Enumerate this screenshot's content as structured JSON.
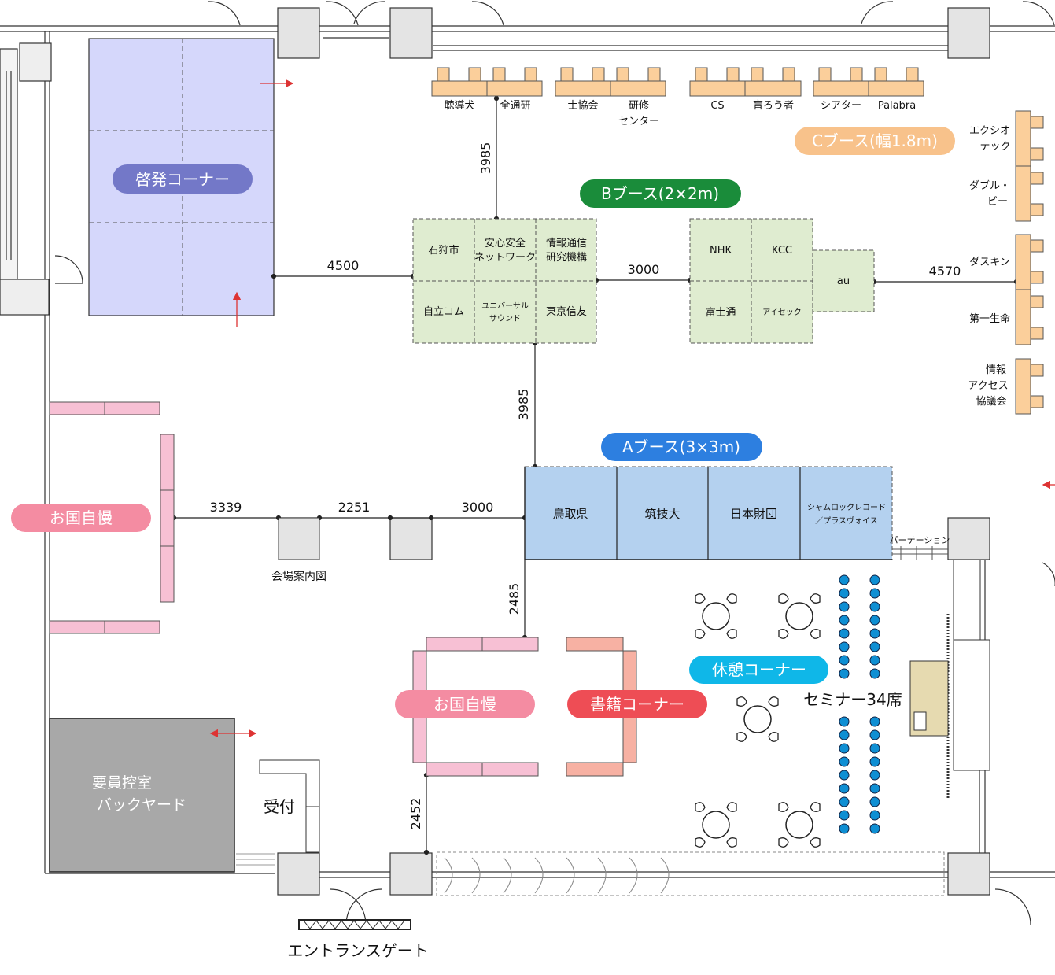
{
  "zones": {
    "keihatsu": "啓発コーナー",
    "okuni_left": "お国自慢",
    "okuni_center": "お国自慢",
    "shoseki": "書籍コーナー",
    "kyukei": "休憩コーナー",
    "seminar": "セミナー34席",
    "youin_line1": "要員控室",
    "youin_line2": "バックヤード",
    "uketsuke": "受付",
    "entrance": "エントランスゲート",
    "map_board": "会場案内図",
    "partition": "パーテーション"
  },
  "booth_titles": {
    "a": "Aブース(3×3m)",
    "b": "Bブース(2×2m)",
    "c": "Cブース(幅1.8m)"
  },
  "b_booths": {
    "ishikari": "石狩市",
    "anshin_1": "安心安全",
    "anshin_2": "ネットワーク",
    "joho_1": "情報通信",
    "joho_2": "研究機構",
    "jiritsu": "自立コム",
    "universal_1": "ユニバーサル",
    "universal_2": "サウンド",
    "tokyo": "東京信友",
    "nhk": "NHK",
    "kcc": "KCC",
    "fujitsu": "富士通",
    "aiseck": "アイセック",
    "au": "au"
  },
  "a_booths": {
    "tottori": "鳥取県",
    "tsukugi": "筑技大",
    "nippon": "日本財団",
    "shamrock_1": "シャムロックレコード",
    "shamrock_2": "／プラスヴォイス"
  },
  "c_booths_top": {
    "chodoken": "聴導犬",
    "zentsuken": "全通研",
    "shikyokai": "士協会",
    "kenshu_1": "研修",
    "kenshu_2": "センター",
    "cs": "CS",
    "morosha": "盲ろう者",
    "theater": "シアター",
    "palabra": "Palabra"
  },
  "c_booths_right": {
    "exio_1": "エクシオ",
    "exio_2": "テック",
    "wb_1": "ダブル・",
    "wb_2": "ビー",
    "daskin": "ダスキン",
    "daiichi": "第一生命",
    "ja_1": "情報",
    "ja_2": "アクセス",
    "ja_3": "協議会"
  },
  "dimensions": {
    "d4500": "4500",
    "d3000_b": "3000",
    "d4570": "4570",
    "d3985_top": "3985",
    "d3985_mid": "3985",
    "d3339": "3339",
    "d2251": "2251",
    "d3000_a": "3000",
    "d2485": "2485",
    "d2452": "2452"
  },
  "colors": {
    "keihatsu_fill": "#d5d7fb",
    "keihatsu_pill": "#7378c8",
    "b_booth_fill": "#dfecd0",
    "b_pill": "#1a8c3a",
    "a_booth_fill": "#b4d1ef",
    "a_pill": "#2d7fe0",
    "c_booth_fill": "#fbcf9b",
    "c_pill": "#f8c28b",
    "okuni_pill": "#f48ca2",
    "okuni_fill": "#f7c0d4",
    "shoseki_pill": "#ee4d55",
    "shoseki_fill": "#f7b1a3",
    "kyukei_pill": "#0fb7e8",
    "seat_fill": "#0f8fd3",
    "youin_fill": "#a8a8a8",
    "reception_fill": "#e6dab0"
  }
}
